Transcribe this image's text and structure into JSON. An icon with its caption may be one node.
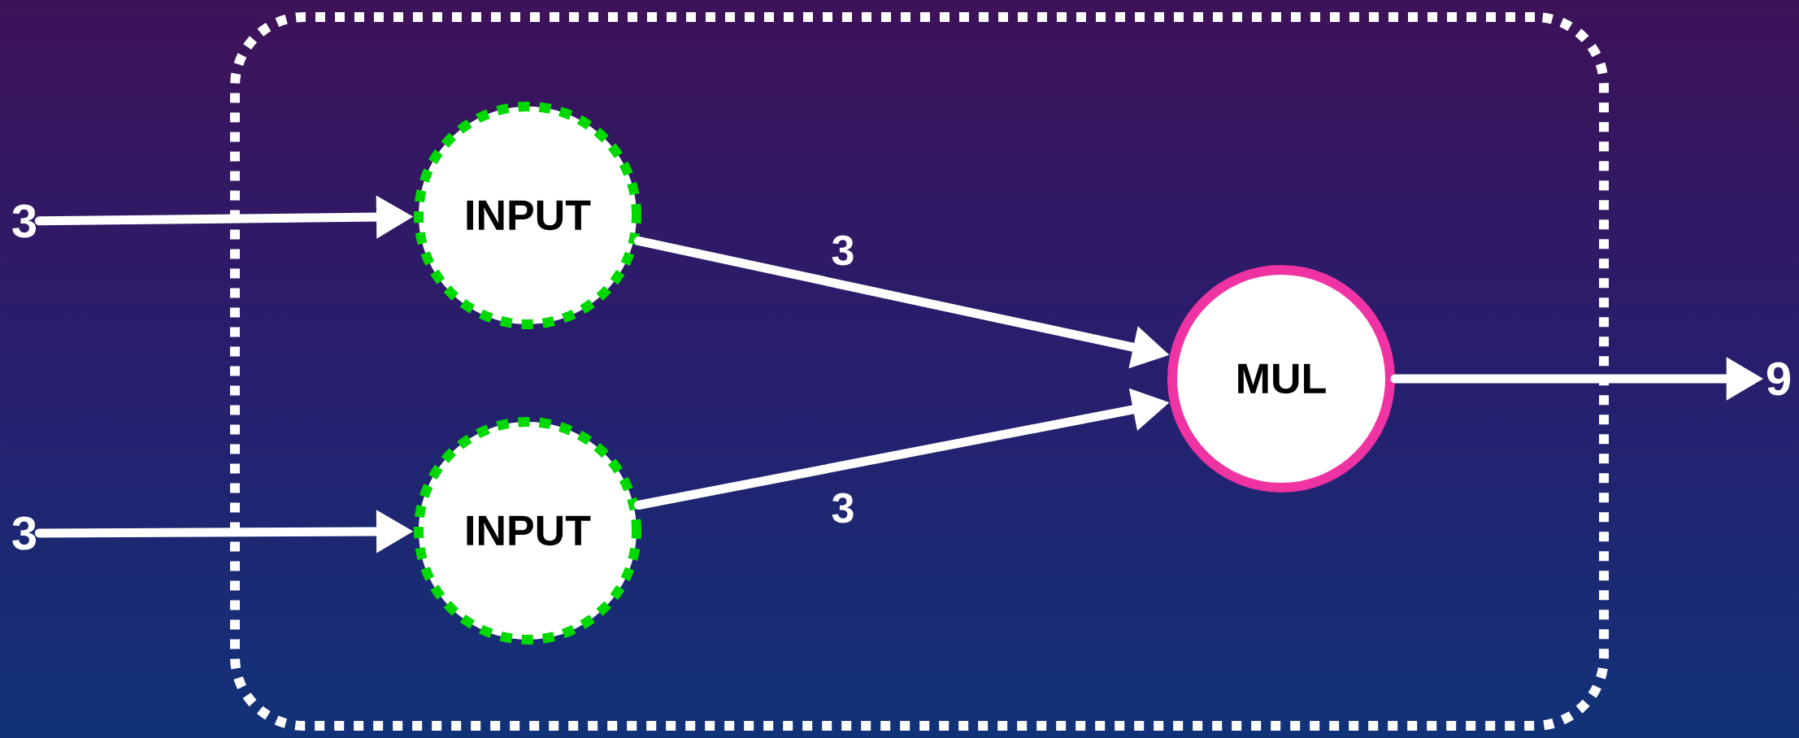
{
  "diagram": {
    "nodes": [
      {
        "text": [],
        "shape": "box"
      },
      {
        "text": [
          "3"
        ]
      },
      {
        "text": [
          "3"
        ]
      },
      {
        "text": [
          "INPUT"
        ],
        "in": 0
      },
      {
        "text": [
          "INPUT"
        ],
        "in": 0
      },
      {
        "text": [
          "MUL"
        ],
        "in": 0
      },
      {
        "text": [
          "9"
        ]
      }
    ],
    "edges": [
      {
        "from": 1,
        "to": 3,
        "arrow": "to"
      },
      {
        "from": 2,
        "to": 4,
        "arrow": "to"
      },
      {
        "from": 3,
        "to": 5,
        "arrow": "to",
        "label": "3"
      },
      {
        "from": 4,
        "to": 5,
        "arrow": "to",
        "label": "3"
      },
      {
        "from": 5,
        "to": 6,
        "arrow": "to"
      }
    ]
  }
}
